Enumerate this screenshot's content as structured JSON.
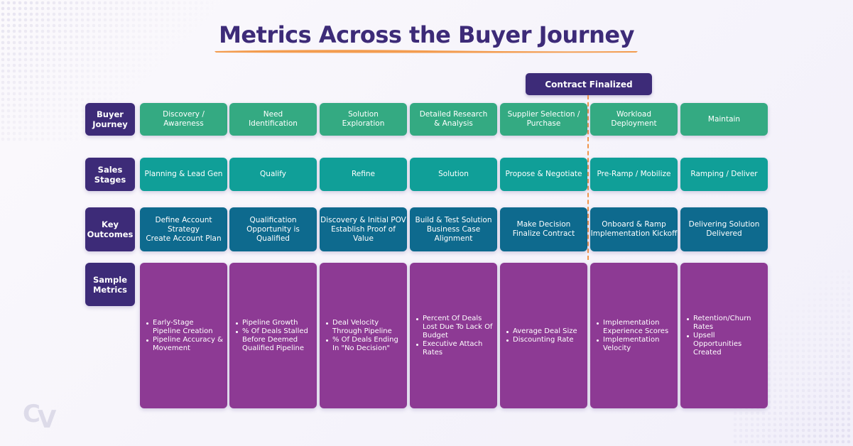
{
  "title": "Metrics Across the Buyer Journey",
  "logo": {
    "c": "C",
    "v": "V"
  },
  "milestone": {
    "label": "Contract Finalized"
  },
  "colors": {
    "title": "#3d2b78",
    "label_bg": "#3d2b78",
    "buyer_journey": "#34aa82",
    "sales_stages": "#109f98",
    "key_outcomes": "#0e6a8e",
    "sample_metrics": "#8d3a94",
    "accent_orange": "#f0954b"
  },
  "rows": {
    "buyer_journey": {
      "label": "Buyer\nJourney",
      "cells": [
        "Discovery /\nAwareness",
        "Need\nIdentification",
        "Solution\nExploration",
        "Detailed Research\n& Analysis",
        "Supplier Selection /\nPurchase",
        "Workload\nDeployment",
        "Maintain"
      ]
    },
    "sales_stages": {
      "label": "Sales\nStages",
      "cells": [
        "Planning & Lead Gen",
        "Qualify",
        "Refine",
        "Solution",
        "Propose & Negotiate",
        "Pre-Ramp / Mobilize",
        "Ramping / Deliver"
      ]
    },
    "key_outcomes": {
      "label": "Key\nOutcomes",
      "cells": [
        "Define Account Strategy\nCreate Account Plan",
        "Qualification\nOpportunity is Qualified",
        "Discovery & Initial POV\nEstablish Proof of Value",
        "Build & Test Solution\nBusiness Case Alignment",
        "Make Decision\nFinalize Contract",
        "Onboard & Ramp\nImplementation Kickoff",
        "Delivering  Solution\nDelivered"
      ]
    },
    "sample_metrics": {
      "label": "Sample\nMetrics",
      "cells": [
        [
          "Early-Stage Pipeline Creation",
          "Pipeline Accuracy & Movement"
        ],
        [
          "Pipeline Growth",
          "% Of Deals Stalled Before Deemed Qualified Pipeline"
        ],
        [
          "Deal Velocity Through Pipeline",
          "% Of Deals Ending In \"No Decision\""
        ],
        [
          "Percent Of Deals Lost Due To Lack Of Budget",
          "Executive Attach Rates"
        ],
        [
          "Average Deal Size",
          "Discounting Rate"
        ],
        [
          "Implementation Experience Scores",
          "Implementation Velocity"
        ],
        [
          "Retention/Churn Rates",
          "Upsell Opportunities Created"
        ]
      ]
    }
  }
}
